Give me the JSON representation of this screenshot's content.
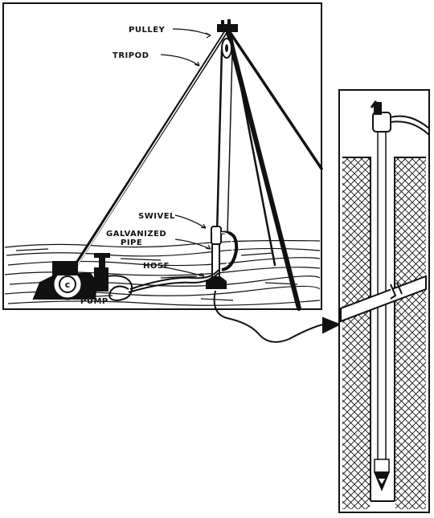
{
  "labels": {
    "pulley": "PULLEY",
    "tripod": "TRIPOD",
    "swivel": "SWIVEL",
    "galvanized_line1": "GALVANIZED",
    "galvanized_line2": "PIPE",
    "hose": "HOSE",
    "pump": "PUMP"
  },
  "colors": {
    "ink": "#111111",
    "paper": "#ffffff"
  }
}
